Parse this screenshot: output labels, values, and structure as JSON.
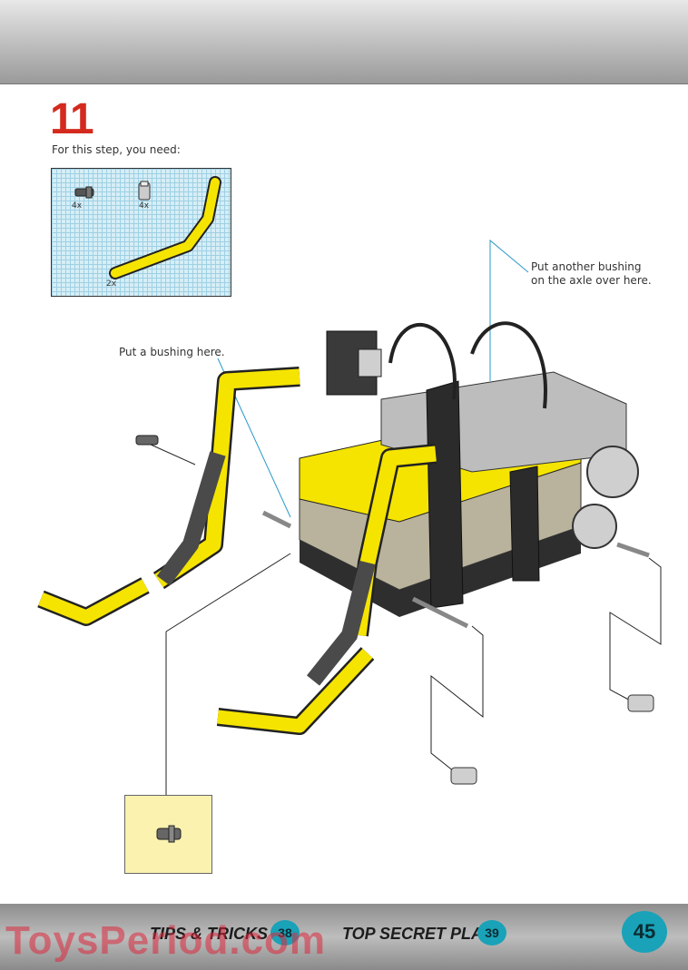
{
  "step": {
    "number": "11",
    "need_label": "For this step, you need:"
  },
  "parts": [
    {
      "name": "axle-pin",
      "qty": "4x"
    },
    {
      "name": "bushing",
      "qty": "4x"
    },
    {
      "name": "bent-beam",
      "qty": "2x"
    }
  ],
  "callouts": {
    "bushing_here": "Put a bushing here.",
    "another_bushing_line1": "Put another bushing",
    "another_bushing_line2": "on the axle over here."
  },
  "footer": {
    "tips_label": "TIPS & TRICKS",
    "tips_page": "38",
    "secret_label": "TOP SECRET PLANS",
    "secret_page": "39",
    "page_number": "45"
  },
  "watermark": "ToysPeriod.com",
  "colors": {
    "accent": "#19a2b8",
    "step_number": "#d42a1e",
    "lego_yellow": "#f5e400",
    "lego_gray": "#4a4a4a"
  }
}
